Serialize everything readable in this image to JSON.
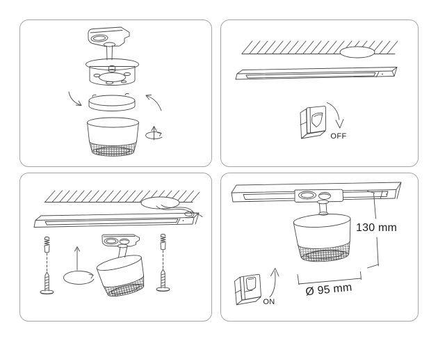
{
  "labels": {
    "power_off": "OFF",
    "power_on": "ON",
    "fixture_height": "130 mm",
    "fixture_diameter": "Ø 95 mm"
  },
  "colors": {
    "background": "#ffffff",
    "panel_border": "#a6a6a6",
    "line_art": "#474747",
    "text": "#1d1d1d"
  },
  "panels": [
    {
      "position": "top-left",
      "name": "fixture-assembly-exploded-view",
      "visible_text": []
    },
    {
      "position": "top-right",
      "name": "switch-power-off-step",
      "visible_text": [
        "OFF"
      ]
    },
    {
      "position": "bottom-left",
      "name": "track-mounting-to-ceiling-step",
      "visible_text": []
    },
    {
      "position": "bottom-right",
      "name": "installed-fixture-with-dimensions",
      "visible_text": [
        "ON",
        "130 mm",
        "Ø 95 mm"
      ]
    }
  ],
  "pictograms": {
    "track_adapter": "track-adapter-drawing",
    "mounting_plate": "mounting-plate-drawing",
    "trim_ring": "trim-ring-drawing",
    "lamp": "cylinder-lamp-with-honeycomb-diffuser",
    "rotation": "rotation-arrow-icon",
    "ceiling": "hatched-ceiling-with-cable-hole",
    "track_rail": "track-rail-drawing",
    "wall_switch": "wall-switch-icon",
    "screw": "screw-and-wall-anchor",
    "dimension_lines": "dimension-lines"
  }
}
